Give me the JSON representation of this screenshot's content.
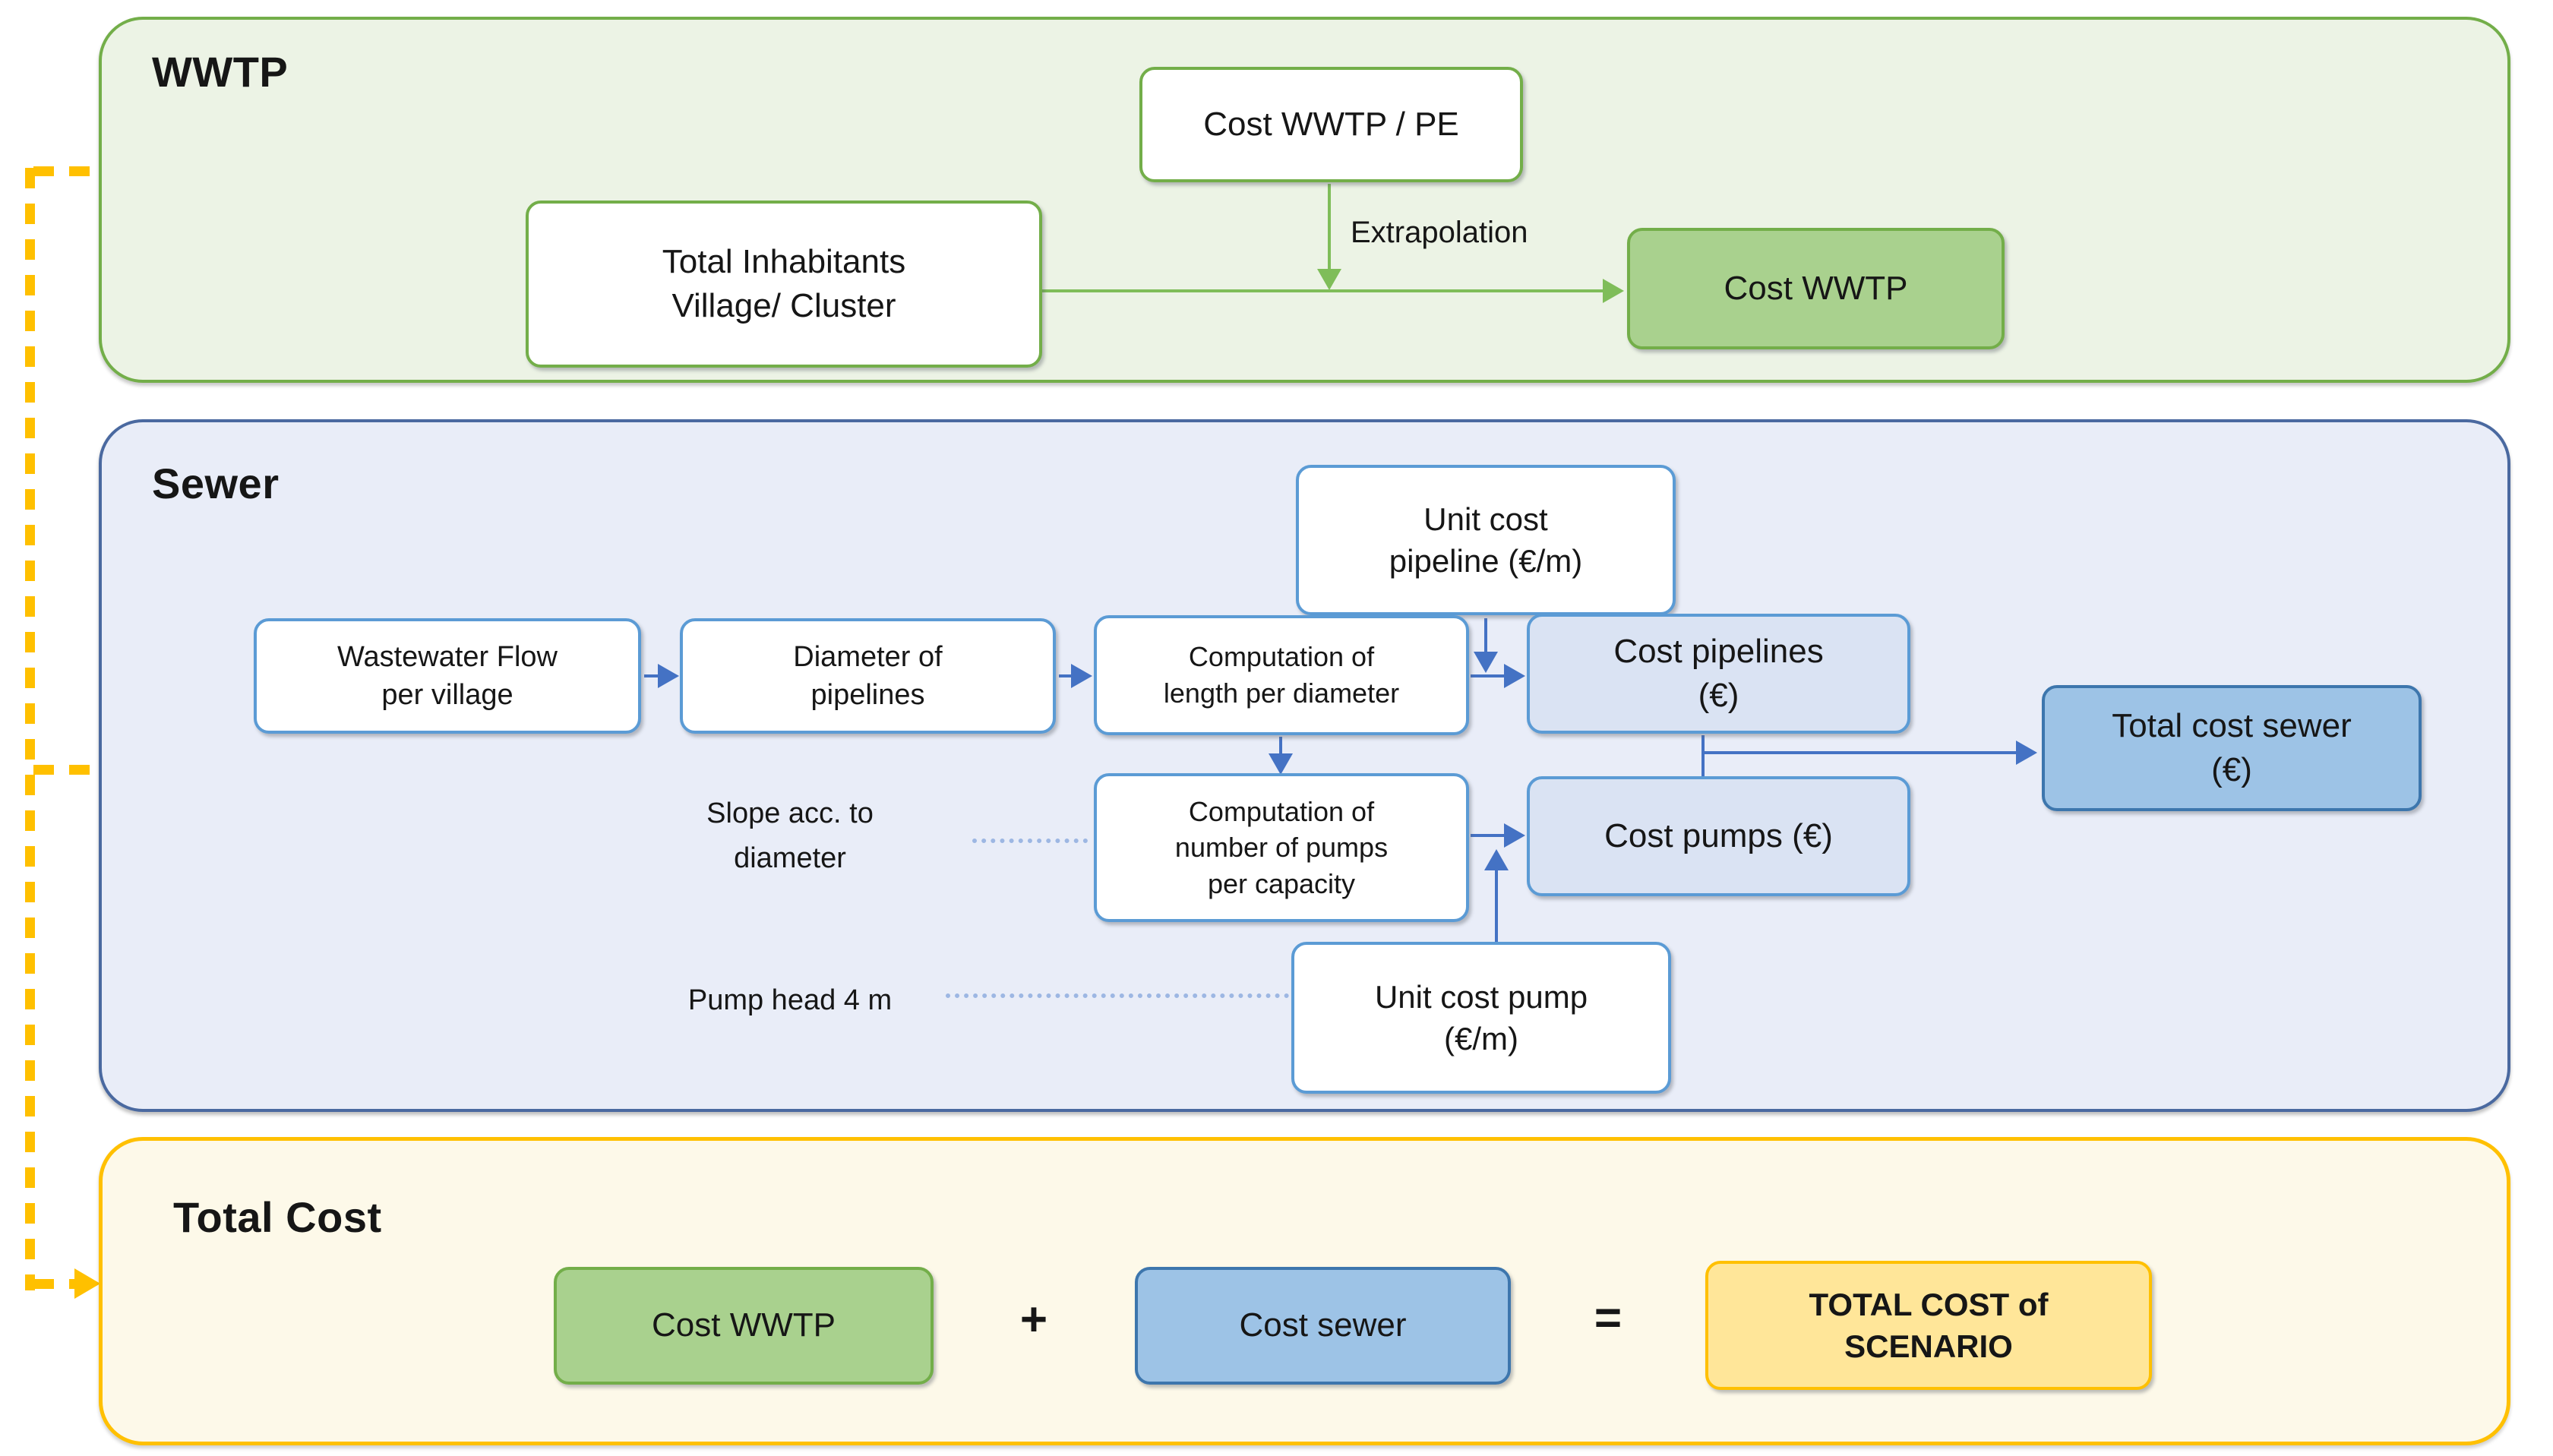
{
  "colors": {
    "text": "#161616",
    "green_section_bg": "#ecf3e5",
    "green_border": "#73ae49",
    "green_fill": "#a9d18e",
    "green_arrow": "#7fbd59",
    "blue_section_bg": "#e9edf8",
    "blue_section_border": "#4a69a0",
    "blue_box_border": "#5b9bd5",
    "blue_light_fill": "#dae3f3",
    "blue_mid_fill": "#9dc3e6",
    "blue_mid_border": "#3d76ad",
    "blue_arrow": "#4472c4",
    "blue_dotted": "#9db7e3",
    "gold_section_bg": "#fdf9e9",
    "gold_border": "#ffc000",
    "gold_fill": "#ffe699"
  },
  "sections": {
    "wwtp": {
      "title": "WWTP",
      "nodes": {
        "cost_wwtp_pe": {
          "lines": [
            "Cost WWTP / PE"
          ]
        },
        "total_inhabitants": {
          "lines": [
            "Total Inhabitants",
            "Village/ Cluster"
          ]
        },
        "cost_wwtp": {
          "lines": [
            "Cost WWTP"
          ]
        }
      },
      "edge_labels": {
        "extrapolation": "Extrapolation"
      }
    },
    "sewer": {
      "title": "Sewer",
      "nodes": {
        "unit_cost_pipeline": {
          "lines": [
            "Unit cost",
            "pipeline (€/m)"
          ]
        },
        "wastewater_flow": {
          "lines": [
            "Wastewater Flow",
            "per village"
          ]
        },
        "diameter_pipelines": {
          "lines": [
            "Diameter of",
            "pipelines"
          ]
        },
        "comp_length": {
          "lines": [
            "Computation of",
            "length per diameter"
          ]
        },
        "cost_pipelines": {
          "lines": [
            "Cost pipelines",
            "(€)"
          ]
        },
        "total_cost_sewer": {
          "lines": [
            "Total cost sewer",
            "(€)"
          ]
        },
        "comp_pumps": {
          "lines": [
            "Computation of",
            "number of pumps",
            "per capacity"
          ]
        },
        "cost_pumps": {
          "lines": [
            "Cost pumps (€)"
          ]
        },
        "unit_cost_pump": {
          "lines": [
            "Unit cost pump",
            "(€/m)"
          ]
        }
      },
      "side_labels": {
        "slope": {
          "lines": [
            "Slope acc. to",
            "diameter"
          ]
        },
        "pump_head": {
          "lines": [
            "Pump head 4 m"
          ]
        }
      }
    },
    "total_cost": {
      "title": "Total Cost",
      "nodes": {
        "cost_wwtp": {
          "lines": [
            "Cost WWTP"
          ]
        },
        "cost_sewer": {
          "lines": [
            "Cost sewer"
          ]
        },
        "total_cost_scenario": {
          "lines": [
            "TOTAL COST of",
            "SCENARIO"
          ]
        }
      },
      "operators": {
        "plus": "+",
        "equals": "="
      }
    }
  }
}
